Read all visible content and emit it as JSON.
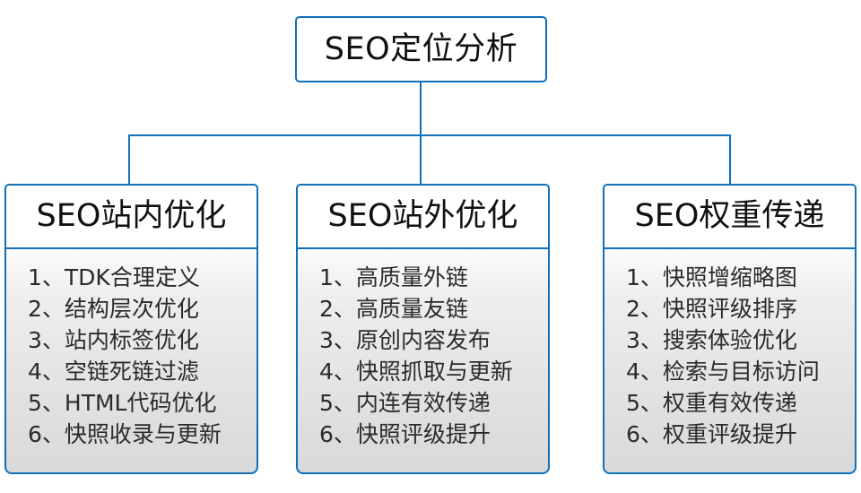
{
  "diagram": {
    "type": "org-tree",
    "accent_color": "#1170ba",
    "text_color": "#2b2b2b",
    "root": {
      "label": "SEO定位分析"
    },
    "branches": [
      {
        "header": "SEO站内优化",
        "items": [
          {
            "index": "1、",
            "text": "TDK合理定义"
          },
          {
            "index": "2、",
            "text": "结构层次优化"
          },
          {
            "index": "3、",
            "text": "站内标签优化"
          },
          {
            "index": "4、",
            "text": "空链死链过滤"
          },
          {
            "index": "5、",
            "text": "HTML代码优化"
          },
          {
            "index": "6、",
            "text": "快照收录与更新"
          }
        ]
      },
      {
        "header": "SEO站外优化",
        "items": [
          {
            "index": "1、",
            "text": "高质量外链"
          },
          {
            "index": "2、",
            "text": "高质量友链"
          },
          {
            "index": "3、",
            "text": "原创内容发布"
          },
          {
            "index": "4、",
            "text": "快照抓取与更新"
          },
          {
            "index": "5、",
            "text": "内连有效传递"
          },
          {
            "index": "6、",
            "text": "快照评级提升"
          }
        ]
      },
      {
        "header": "SEO权重传递",
        "items": [
          {
            "index": "1、",
            "text": "快照增缩略图"
          },
          {
            "index": "2、",
            "text": "快照评级排序"
          },
          {
            "index": "3、",
            "text": "搜索体验优化"
          },
          {
            "index": "4、",
            "text": "检索与目标访问"
          },
          {
            "index": "5、",
            "text": "权重有效传递"
          },
          {
            "index": "6、",
            "text": "权重评级提升"
          }
        ]
      }
    ]
  }
}
